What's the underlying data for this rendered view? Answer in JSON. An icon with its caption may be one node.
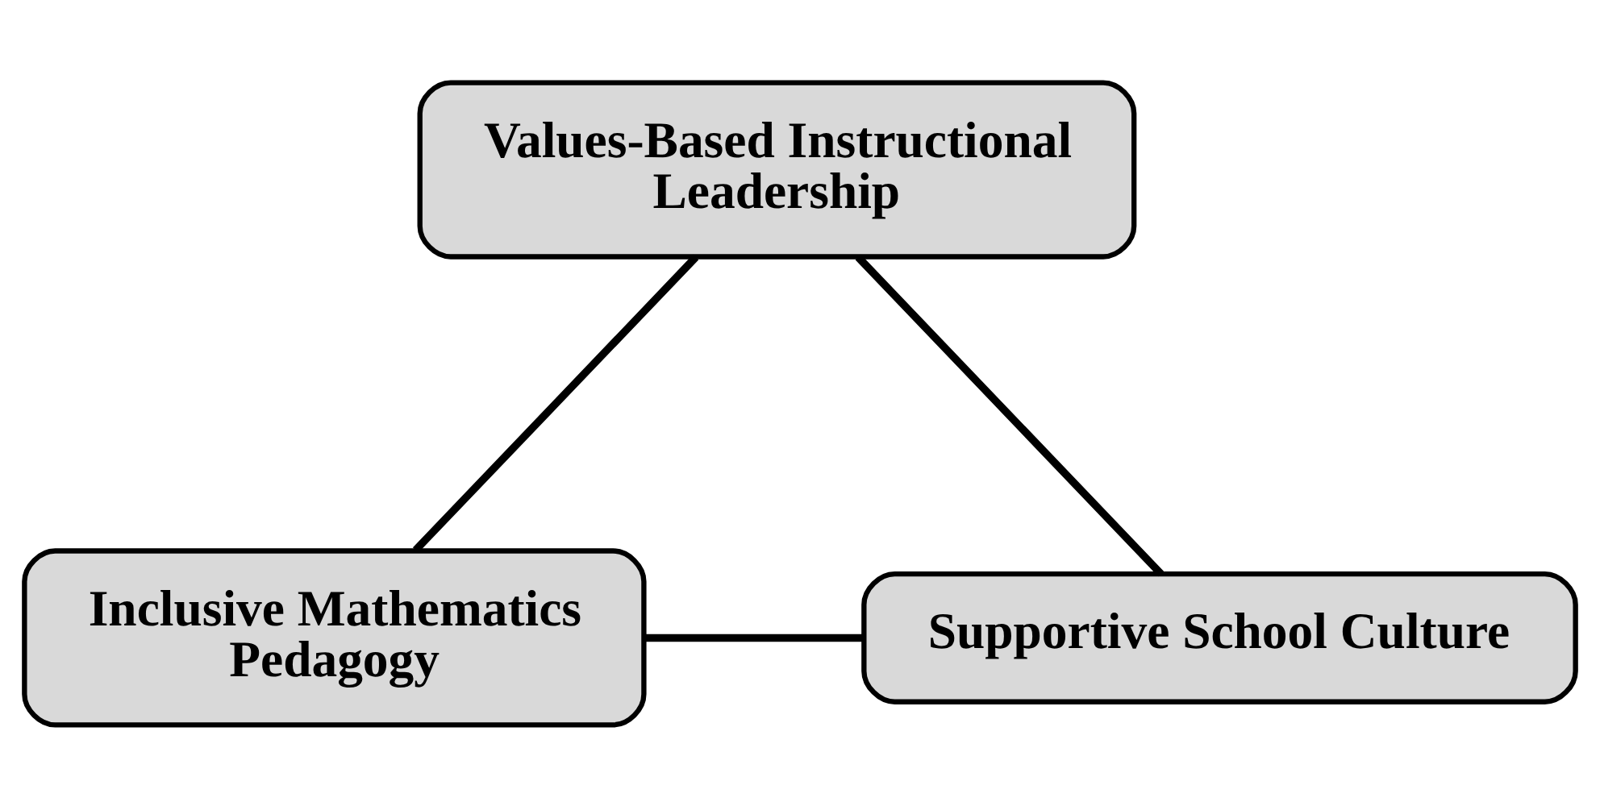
{
  "diagram": {
    "nodes": [
      {
        "text": [
          "Values-Based Instructional Leadership"
        ]
      },
      {
        "text": [
          "Inclusive Mathematics Pedagogy"
        ]
      },
      {
        "text": [
          "Supportive School Culture"
        ]
      }
    ],
    "edges": [
      {
        "from": 0,
        "to": 1,
        "arrow": "none"
      },
      {
        "from": 0,
        "to": 2,
        "arrow": "none"
      },
      {
        "from": 1,
        "to": 2,
        "arrow": "none"
      }
    ]
  }
}
